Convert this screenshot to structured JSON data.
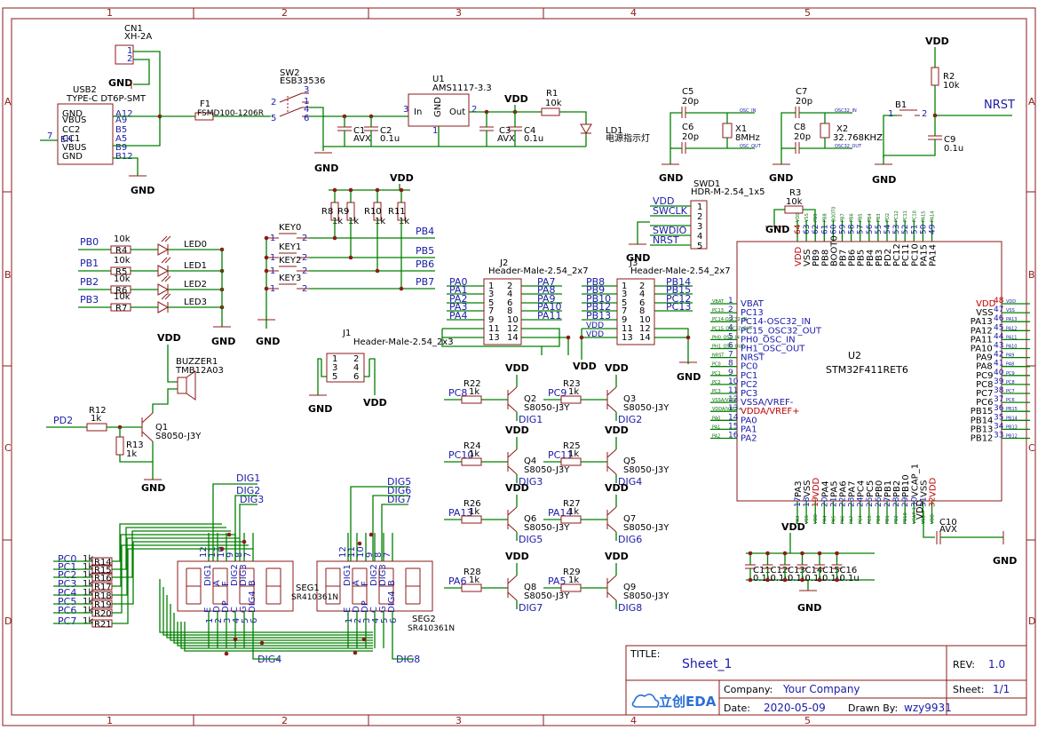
{
  "title_block": {
    "title_label": "TITLE:",
    "title": "Sheet_1",
    "rev_label": "REV:",
    "rev": "1.0",
    "company_label": "Company:",
    "company": "Your Company",
    "sheet_label": "Sheet:",
    "sheet": "1/1",
    "date_label": "Date:",
    "date": "2020-05-09",
    "drawn_label": "Drawn By:",
    "drawn": "wzy9931",
    "logo": "立创EDA"
  },
  "border": {
    "cols": [
      "1",
      "2",
      "3",
      "4",
      "5"
    ],
    "rows": [
      "A",
      "B",
      "C",
      "D"
    ]
  },
  "power": {
    "gnd": "GND",
    "vdd": "VDD"
  },
  "cn1": {
    "ref": "CN1",
    "val": "XH-2A",
    "p1": "1",
    "p2": "2"
  },
  "usb": {
    "ref": "USB2",
    "val": "TYPE-C DT6P-SMT",
    "pins": [
      "GND",
      "VBUS",
      "CC2",
      "CC1",
      "VBUS",
      "GND"
    ],
    "nums": [
      "A12",
      "A9",
      "B5",
      "A5",
      "B9",
      "B12"
    ],
    "eh": "EH",
    "ehnum": "7"
  },
  "f1": {
    "ref": "F1",
    "val": "FSMD100-1206R"
  },
  "sw2": {
    "ref": "SW2",
    "val": "ESB33536",
    "p": [
      "2",
      "3",
      "1",
      "4",
      "5",
      "6"
    ]
  },
  "u1": {
    "ref": "U1",
    "val": "AMS1117-3.3",
    "in": "In",
    "gnd": "GND",
    "out": "Out",
    "p3": "3",
    "p2": "2",
    "p1": "1"
  },
  "c1": {
    "ref": "C1",
    "val": "AVX"
  },
  "c2": {
    "ref": "C2",
    "val": "0.1u"
  },
  "c3": {
    "ref": "C3",
    "val": "AVX"
  },
  "c4": {
    "ref": "C4",
    "val": "0.1u"
  },
  "r1": {
    "ref": "R1",
    "val": "10k"
  },
  "ld1": {
    "ref": "LD1",
    "val": "电源指示灯"
  },
  "c5": {
    "ref": "C5",
    "val": "20p"
  },
  "c6": {
    "ref": "C6",
    "val": "20p"
  },
  "x1": {
    "ref": "X1",
    "val": "8MHz"
  },
  "c7": {
    "ref": "C7",
    "val": "20p"
  },
  "c8": {
    "ref": "C8",
    "val": "20p"
  },
  "x2": {
    "ref": "X2",
    "val": "32.768KHZ"
  },
  "r2": {
    "ref": "R2",
    "val": "10k"
  },
  "b1": {
    "ref": "B1",
    "p1": "1",
    "p2": "2"
  },
  "c9": {
    "ref": "C9",
    "val": "0.1u"
  },
  "nrst": "NRST",
  "leds": [
    {
      "net": "PB0",
      "r": "R4",
      "v": "10k",
      "led": "LED0"
    },
    {
      "net": "PB1",
      "r": "R5",
      "v": "10k",
      "led": "LED1"
    },
    {
      "net": "PB2",
      "r": "R6",
      "v": "10k",
      "led": "LED2"
    },
    {
      "net": "PB3",
      "r": "R7",
      "v": "10k",
      "led": "LED3"
    }
  ],
  "keys": [
    {
      "ref": "KEY0",
      "net": "PB4"
    },
    {
      "ref": "KEY1",
      "net": "PB5"
    },
    {
      "ref": "KEY2",
      "net": "PB6"
    },
    {
      "ref": "KEY3",
      "net": "PB7"
    }
  ],
  "key_pins": [
    "1",
    "2"
  ],
  "pullups": [
    {
      "r": "R8",
      "v": "1k"
    },
    {
      "r": "R9",
      "v": "1k"
    },
    {
      "r": "R10",
      "v": "1k"
    },
    {
      "r": "R11",
      "v": "1k"
    }
  ],
  "swd": {
    "ref": "SWD1",
    "val": "HDR-M-2.54_1x5",
    "nets": [
      "VDD",
      "SWCLK",
      "GND",
      "SWDIO",
      "NRST"
    ],
    "nums": [
      "1",
      "2",
      "3",
      "4",
      "5"
    ]
  },
  "r3": {
    "ref": "R3",
    "val": "10k"
  },
  "j2": {
    "ref": "J2",
    "val": "Header-Male-2.54_2x7",
    "left": [
      "PA0",
      "PA1",
      "PA2",
      "PA3",
      "PA4"
    ],
    "right": [
      "PA7",
      "PA8",
      "PA9",
      "PA10",
      "PA11"
    ],
    "lnums": [
      "1",
      "3",
      "5",
      "7",
      "9",
      "11",
      "13"
    ],
    "rnums": [
      "2",
      "4",
      "6",
      "8",
      "10",
      "12",
      "14"
    ]
  },
  "j3": {
    "ref": "J3",
    "val": "Header-Male-2.54_2x7",
    "left": [
      "PB8",
      "PB9",
      "PB10",
      "PB12",
      "PB13",
      "VDD",
      "VDD"
    ],
    "right": [
      "PB14",
      "PB15",
      "PC12",
      "PC13"
    ],
    "lnums": [
      "1",
      "3",
      "5",
      "7",
      "9",
      "11",
      "13"
    ],
    "rnums": [
      "2",
      "4",
      "6",
      "8",
      "10",
      "12",
      "14"
    ]
  },
  "j1": {
    "ref": "J1",
    "val": "Header-Male-2.54_2x3",
    "lnums": [
      "1",
      "3",
      "5"
    ],
    "rnums": [
      "2",
      "4",
      "6"
    ]
  },
  "buzzer": {
    "ref": "BUZZER1",
    "val": "TMB12A03",
    "net": "PD2",
    "r12": "R12",
    "r12v": "1k",
    "r13": "R13",
    "r13v": "1k",
    "q1": "Q1",
    "q1v": "S8050-J3Y"
  },
  "digits": [
    {
      "q": "Q2",
      "v": "S8050-J3Y",
      "net": "PC8",
      "r": "R22",
      "rv": "1k",
      "dig": "DIG1"
    },
    {
      "q": "Q3",
      "v": "S8050-J3Y",
      "net": "PC9",
      "r": "R23",
      "rv": "1k",
      "dig": "DIG2"
    },
    {
      "q": "Q4",
      "v": "S8050-J3Y",
      "net": "PC10",
      "r": "R24",
      "rv": "1k",
      "dig": "DIG3"
    },
    {
      "q": "Q5",
      "v": "S8050-J3Y",
      "net": "PC11",
      "r": "R25",
      "rv": "1k",
      "dig": "DIG4"
    },
    {
      "q": "Q6",
      "v": "S8050-J3Y",
      "net": "PA13",
      "r": "R26",
      "rv": "1k",
      "dig": "DIG5"
    },
    {
      "q": "Q7",
      "v": "S8050-J3Y",
      "net": "PA14",
      "r": "R27",
      "rv": "1k",
      "dig": "DIG6"
    },
    {
      "q": "Q8",
      "v": "S8050-J3Y",
      "net": "PA6",
      "r": "R28",
      "rv": "1k",
      "dig": "DIG7"
    },
    {
      "q": "Q9",
      "v": "S8050-J3Y",
      "net": "PA5",
      "r": "R29",
      "rv": "1k",
      "dig": "DIG8"
    }
  ],
  "seg_res": [
    {
      "net": "PC0",
      "r": "R14"
    },
    {
      "net": "PC1",
      "r": "R15"
    },
    {
      "net": "PC2",
      "r": "R16"
    },
    {
      "net": "PC3",
      "r": "R17"
    },
    {
      "net": "PC4",
      "r": "R18"
    },
    {
      "net": "PC5",
      "r": "R19"
    },
    {
      "net": "PC6",
      "r": "R20"
    },
    {
      "net": "PC7",
      "r": "R21"
    }
  ],
  "seg_res_val": "1k",
  "seg1": {
    "ref": "SEG1",
    "val": "SR410361N",
    "top": [
      "DIG1",
      "A",
      "F",
      "DIG2",
      "DIG3",
      "B"
    ],
    "bot": [
      "E",
      "D",
      "DP",
      "C",
      "G",
      "DIG4"
    ],
    "tnum": [
      "12",
      "11",
      "10",
      "9",
      "8",
      "7"
    ],
    "bnum": [
      "1",
      "2",
      "3",
      "4",
      "5",
      "6"
    ],
    "digs": [
      "DIG1",
      "DIG2",
      "DIG3",
      "DIG4"
    ]
  },
  "seg2": {
    "ref": "SEG2",
    "val": "SR410361N",
    "top": [
      "DIG1",
      "A",
      "F",
      "DIG2",
      "DIG3",
      "B"
    ],
    "bot": [
      "E",
      "D",
      "DP",
      "C",
      "G",
      "DIG4"
    ],
    "tnum": [
      "12",
      "11",
      "10",
      "9",
      "8",
      "7"
    ],
    "bnum": [
      "1",
      "2",
      "3",
      "4",
      "5",
      "6"
    ],
    "digs": [
      "DIG5",
      "DIG6",
      "DIG7",
      "DIG8"
    ]
  },
  "u2": {
    "ref": "U2",
    "val": "STM32F411RET6",
    "left": [
      {
        "n": "1",
        "s": "VBAT"
      },
      {
        "n": "2",
        "s": "PC13"
      },
      {
        "n": "3",
        "s": "PC14-OSC32_IN"
      },
      {
        "n": "4",
        "s": "PC15_OSC32_OUT"
      },
      {
        "n": "5",
        "s": "PH0_OSC_IN"
      },
      {
        "n": "6",
        "s": "PH1_OSC_OUT"
      },
      {
        "n": "7",
        "s": "NRST"
      },
      {
        "n": "8",
        "s": "PC0"
      },
      {
        "n": "9",
        "s": "PC1"
      },
      {
        "n": "10",
        "s": "PC2"
      },
      {
        "n": "11",
        "s": "PC3"
      },
      {
        "n": "12",
        "s": "VSSA/VREF-"
      },
      {
        "n": "13",
        "s": "VDDA/VREF+"
      },
      {
        "n": "14",
        "s": "PA0"
      },
      {
        "n": "15",
        "s": "PA1"
      },
      {
        "n": "16",
        "s": "PA2"
      }
    ],
    "right": [
      {
        "n": "48",
        "s": "VDD"
      },
      {
        "n": "47",
        "s": "VSS"
      },
      {
        "n": "46",
        "s": "PA13"
      },
      {
        "n": "45",
        "s": "PA12"
      },
      {
        "n": "44",
        "s": "PA11"
      },
      {
        "n": "43",
        "s": "PA10"
      },
      {
        "n": "42",
        "s": "PA9"
      },
      {
        "n": "41",
        "s": "PA8"
      },
      {
        "n": "40",
        "s": "PC9"
      },
      {
        "n": "39",
        "s": "PC8"
      },
      {
        "n": "38",
        "s": "PC7"
      },
      {
        "n": "37",
        "s": "PC6"
      },
      {
        "n": "36",
        "s": "PB15"
      },
      {
        "n": "35",
        "s": "PB14"
      },
      {
        "n": "34",
        "s": "PB13"
      },
      {
        "n": "33",
        "s": "PB12"
      }
    ],
    "top": [
      {
        "n": "64",
        "s": "VDD"
      },
      {
        "n": "63",
        "s": "VSS"
      },
      {
        "n": "62",
        "s": "PB9"
      },
      {
        "n": "61",
        "s": "PB8"
      },
      {
        "n": "60",
        "s": "BOOT0"
      },
      {
        "n": "59",
        "s": "PB7"
      },
      {
        "n": "58",
        "s": "PB6"
      },
      {
        "n": "57",
        "s": "PB5"
      },
      {
        "n": "56",
        "s": "PB4"
      },
      {
        "n": "55",
        "s": "PB3"
      },
      {
        "n": "54",
        "s": "PD2"
      },
      {
        "n": "53",
        "s": "PC12"
      },
      {
        "n": "52",
        "s": "PC11"
      },
      {
        "n": "51",
        "s": "PC10"
      },
      {
        "n": "50",
        "s": "PA15"
      },
      {
        "n": "49",
        "s": "PA14"
      }
    ],
    "bottom": [
      {
        "n": "17",
        "s": "PA3"
      },
      {
        "n": "18",
        "s": "VSS"
      },
      {
        "n": "19",
        "s": "VDD"
      },
      {
        "n": "20",
        "s": "PA4"
      },
      {
        "n": "21",
        "s": "PA5"
      },
      {
        "n": "22",
        "s": "PA6"
      },
      {
        "n": "23",
        "s": "PA7"
      },
      {
        "n": "24",
        "s": "PC4"
      },
      {
        "n": "25",
        "s": "PC5"
      },
      {
        "n": "26",
        "s": "PB0"
      },
      {
        "n": "27",
        "s": "PB1"
      },
      {
        "n": "28",
        "s": "PB2"
      },
      {
        "n": "29",
        "s": "PB10"
      },
      {
        "n": "30",
        "s": "VCAP_1"
      },
      {
        "n": "31",
        "s": "VSS"
      },
      {
        "n": "32",
        "s": "VDD"
      }
    ],
    "vdd_label": "VDD"
  },
  "c10": {
    "ref": "C10",
    "val": "AVX"
  },
  "decap": [
    {
      "ref": "C11",
      "val": "0.1u"
    },
    {
      "ref": "C12",
      "val": "0.1u"
    },
    {
      "ref": "C13",
      "val": "0.1u"
    },
    {
      "ref": "C14",
      "val": "0.1u"
    },
    {
      "ref": "C15",
      "val": "0.1u"
    },
    {
      "ref": "C16",
      "val": "0.1u"
    }
  ],
  "colors": {
    "wire": "#008000",
    "comp": "#8c1a1a",
    "net": "#1a1aa8",
    "power_red": "#c00000"
  }
}
